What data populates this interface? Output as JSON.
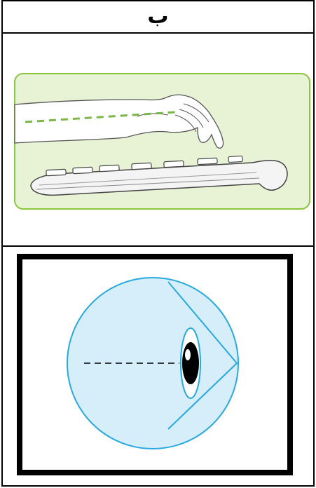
{
  "table": {
    "header_label": "ب"
  },
  "colors": {
    "keyboard_panel_fill": "#e8f3d6",
    "keyboard_panel_border": "#8cc63f",
    "dashed_line": "#7ab648",
    "eye_circle_fill": "#d5eef9",
    "eye_circle_stroke": "#29a9e0",
    "frame": "#000000"
  },
  "icons": {
    "typing_figure": "hand-on-keyboard",
    "eye_figure": "eye-sight-line"
  }
}
